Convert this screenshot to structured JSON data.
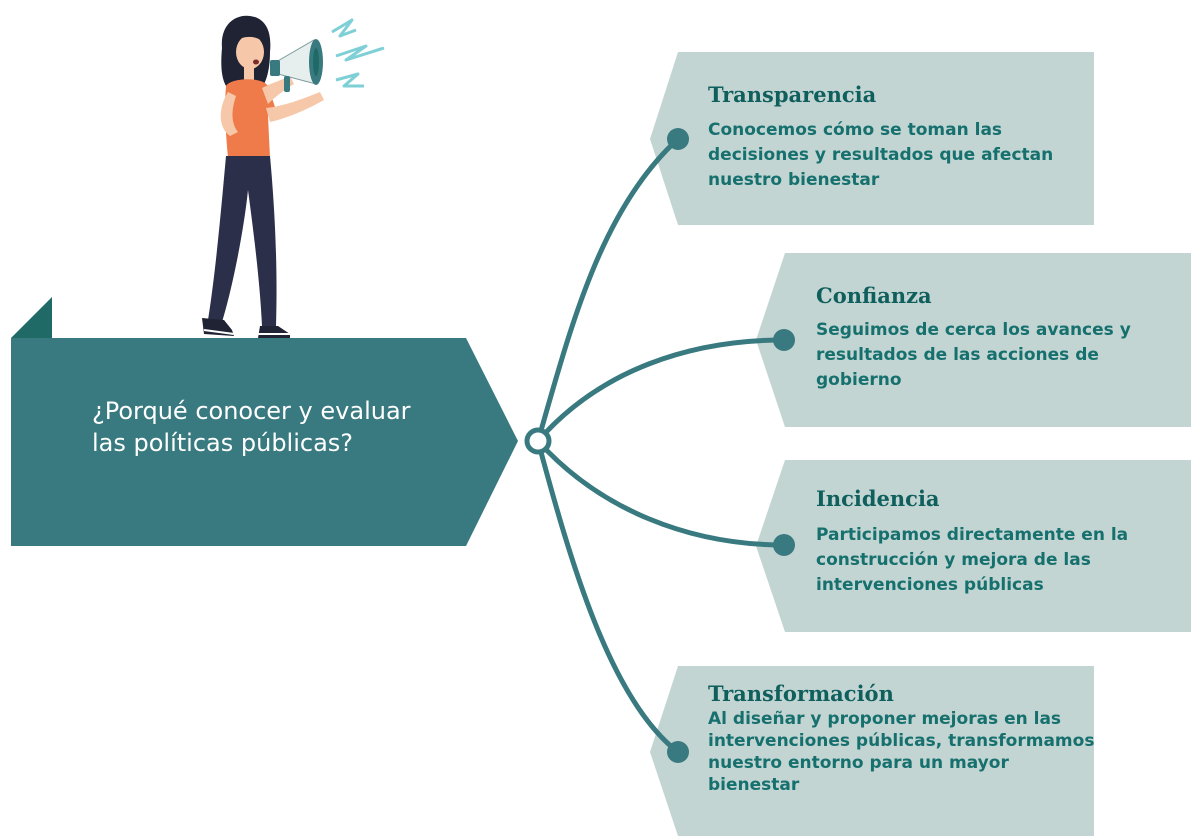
{
  "colors": {
    "main_box": "#387a7f",
    "main_box_fold": "#1f6a66",
    "card_bg": "#c3d5d3",
    "line": "#387a7f",
    "title": "#0f5f5d",
    "text": "#16706e"
  },
  "main": {
    "question": "¿Porqué conocer y evaluar las políticas públicas?"
  },
  "illustration": {
    "icon": "woman-with-megaphone-icon"
  },
  "branches": [
    {
      "title": "Transparencia",
      "text": "Conocemos cómo se toman las decisiones y resultados que afectan nuestro bienestar"
    },
    {
      "title": "Confianza",
      "text": "Seguimos de cerca los avances y resultados de las acciones de gobierno"
    },
    {
      "title": "Incidencia",
      "text": "Participamos directamente en la construcción y mejora de las intervenciones públicas"
    },
    {
      "title": "Transformación",
      "text": "Al diseñar y proponer mejoras en las intervenciones públicas, transformamos nuestro entorno para un mayor bienestar"
    }
  ]
}
